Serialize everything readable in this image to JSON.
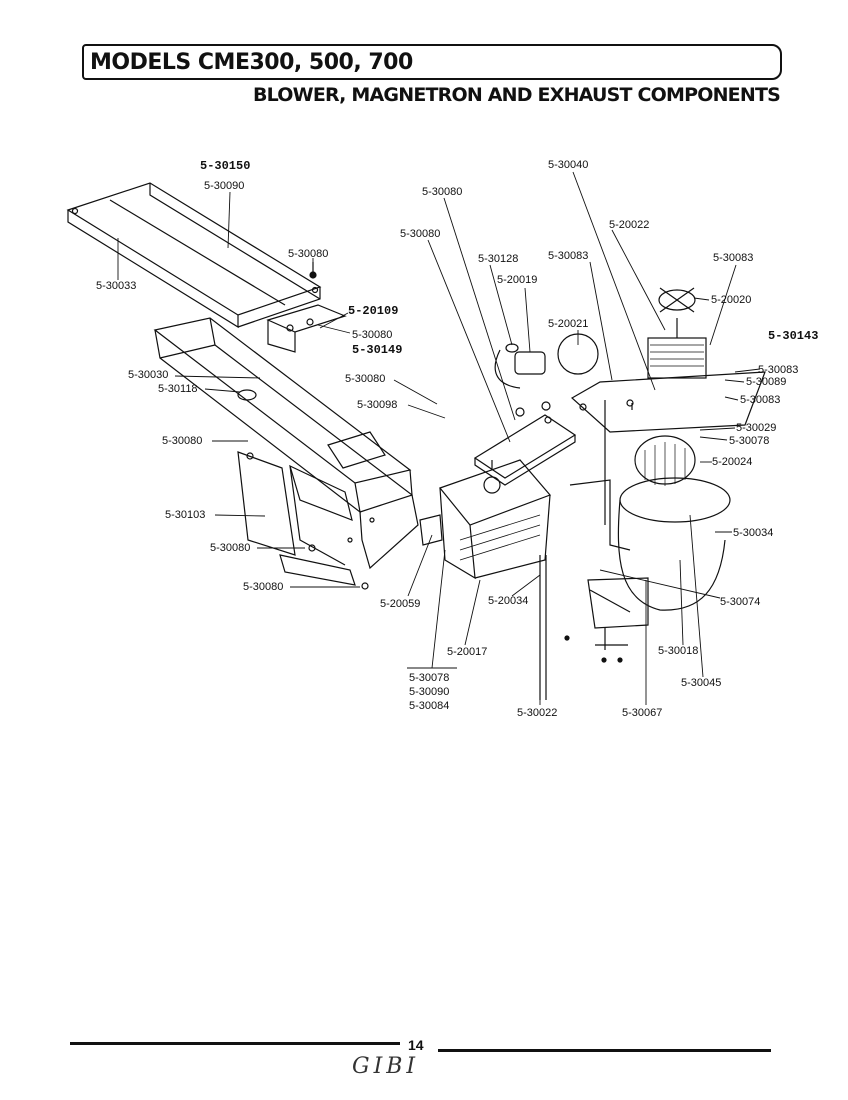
{
  "header": {
    "models": "MODELS CME300, 500, 700",
    "section": "BLOWER, MAGNETRON AND EXHAUST COMPONENTS"
  },
  "labels": {
    "l_30150": "5-30150",
    "l_30090_top": "5-30090",
    "l_30033": "5-30033",
    "l_30080_a": "5-30080",
    "l_20109": "5-20109",
    "l_30080_b": "5-30080",
    "l_30149": "5-30149",
    "l_30030": "5-30030",
    "l_30118": "5-30118",
    "l_30080_c": "5-30080",
    "l_30103": "5-30103",
    "l_30080_d": "5-30080",
    "l_30080_e": "5-30080",
    "l_30080_f": "5-30080",
    "l_30080_g": "5-30080",
    "l_30128": "5-30128",
    "l_20019": "5-20019",
    "l_30083_a": "5-30083",
    "l_20021": "5-20021",
    "l_30080_h": "5-30080",
    "l_30098": "5-30098",
    "l_30040": "5-30040",
    "l_20022": "5-20022",
    "l_30083_b": "5-30083",
    "l_20020": "5-20020",
    "l_30143": "5-30143",
    "l_30083_c": "5-30083",
    "l_30089": "5-30089",
    "l_30083_d": "5-30083",
    "l_30029": "5-30029",
    "l_30078_a": "5-30078",
    "l_20024": "5-20024",
    "l_30034": "5-30034",
    "l_30074": "5-30074",
    "l_20059": "5-20059",
    "l_20034": "5-20034",
    "l_20017": "5-20017",
    "l_30078_b": "5-30078",
    "l_30090_b": "5-30090",
    "l_30084": "5-30084",
    "l_30022": "5-30022",
    "l_30067": "5-30067",
    "l_30018": "5-30018",
    "l_30045": "5-30045"
  },
  "footer": {
    "page": "14",
    "signature": "GIBI"
  }
}
